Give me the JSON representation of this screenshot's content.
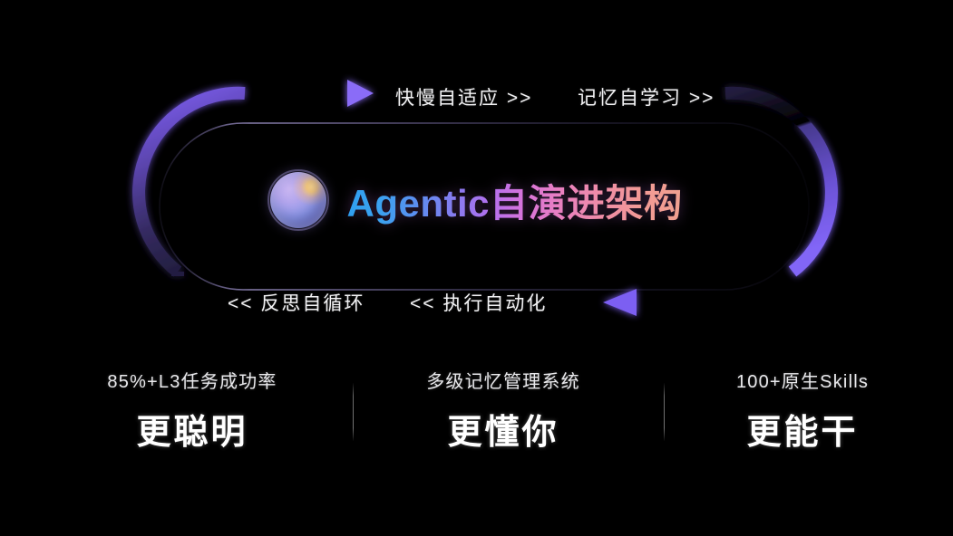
{
  "background_color": "#000000",
  "diagram": {
    "name": "agentic-self-evolution-loop",
    "orb_icon": "gradient-sphere-icon",
    "title": "Agentic自演进架构",
    "title_gradient": [
      "#2f9ff0",
      "#8a7bf0",
      "#d874da",
      "#f0a08f"
    ],
    "track_color": "#7b5cf0",
    "cycle_labels": {
      "top": [
        {
          "text": "快慢自适应 >>",
          "direction": "right"
        },
        {
          "text": "记忆自学习 >>",
          "direction": "right"
        }
      ],
      "bottom": [
        {
          "text": "<< 反思自循环",
          "direction": "left"
        },
        {
          "text": "<< 执行自动化",
          "direction": "left"
        }
      ]
    }
  },
  "stats": [
    {
      "caption": "85%+L3任务成功率",
      "headline": "更聪明"
    },
    {
      "caption": "多级记忆管理系统",
      "headline": "更懂你"
    },
    {
      "caption": "100+原生Skills",
      "headline": "更能干"
    }
  ]
}
